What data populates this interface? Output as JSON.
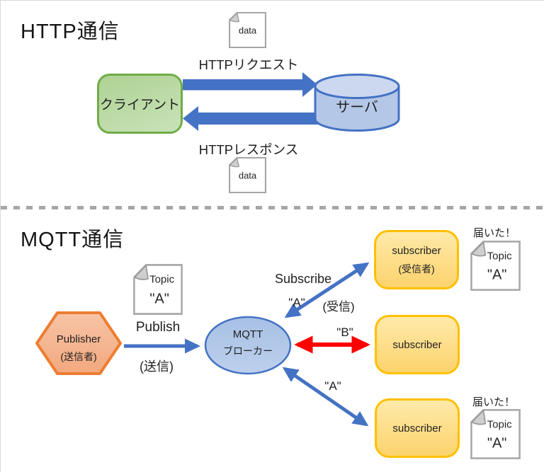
{
  "colors": {
    "arrow_blue": "#4472c4",
    "arrow_red": "#ff0000",
    "client_border": "#70ad47",
    "client_fill": "#b5d5a0",
    "server_border": "#4472c4",
    "server_fill": "#b4c7e7",
    "publisher_border": "#ed7d31",
    "publisher_fill": "#f4b183",
    "subscriber_border": "#ffc000",
    "subscriber_fill": "#ffe699",
    "divider_gray": "#a6a6a6",
    "doc_border_gray": "#a6a6a6"
  },
  "http": {
    "title": "HTTP通信",
    "request_label": "HTTPリクエスト",
    "response_label": "HTTPレスポンス",
    "client_label": "クライアント",
    "server_label": "サーバ",
    "doc_top_label": "data",
    "doc_bottom_label": "data"
  },
  "mqtt": {
    "title": "MQTT通信",
    "publisher": {
      "line1": "Publisher",
      "line2": "(送信者)"
    },
    "publish_doc": {
      "title": "Topic",
      "value": "\"A\""
    },
    "publish_label": "Publish",
    "publish_note": "(送信)",
    "broker": {
      "line1": "MQTT",
      "line2": "ブローカー"
    },
    "subscribe_label": "Subscribe",
    "subscribe_topic": "\"A\"",
    "subscribe_note": "(受信)",
    "topic_b": "\"B\"",
    "bottom_topic": "\"A\"",
    "subscribers": [
      {
        "line1": "subscriber",
        "line2": "(受信者)"
      },
      {
        "line1": "subscriber"
      },
      {
        "line1": "subscriber"
      }
    ],
    "received_top": {
      "label": "届いた！",
      "doc_title": "Topic",
      "doc_value": "\"A\""
    },
    "received_bottom": {
      "label": "届いた！",
      "doc_title": "Topic",
      "doc_value": "\"A\""
    }
  }
}
